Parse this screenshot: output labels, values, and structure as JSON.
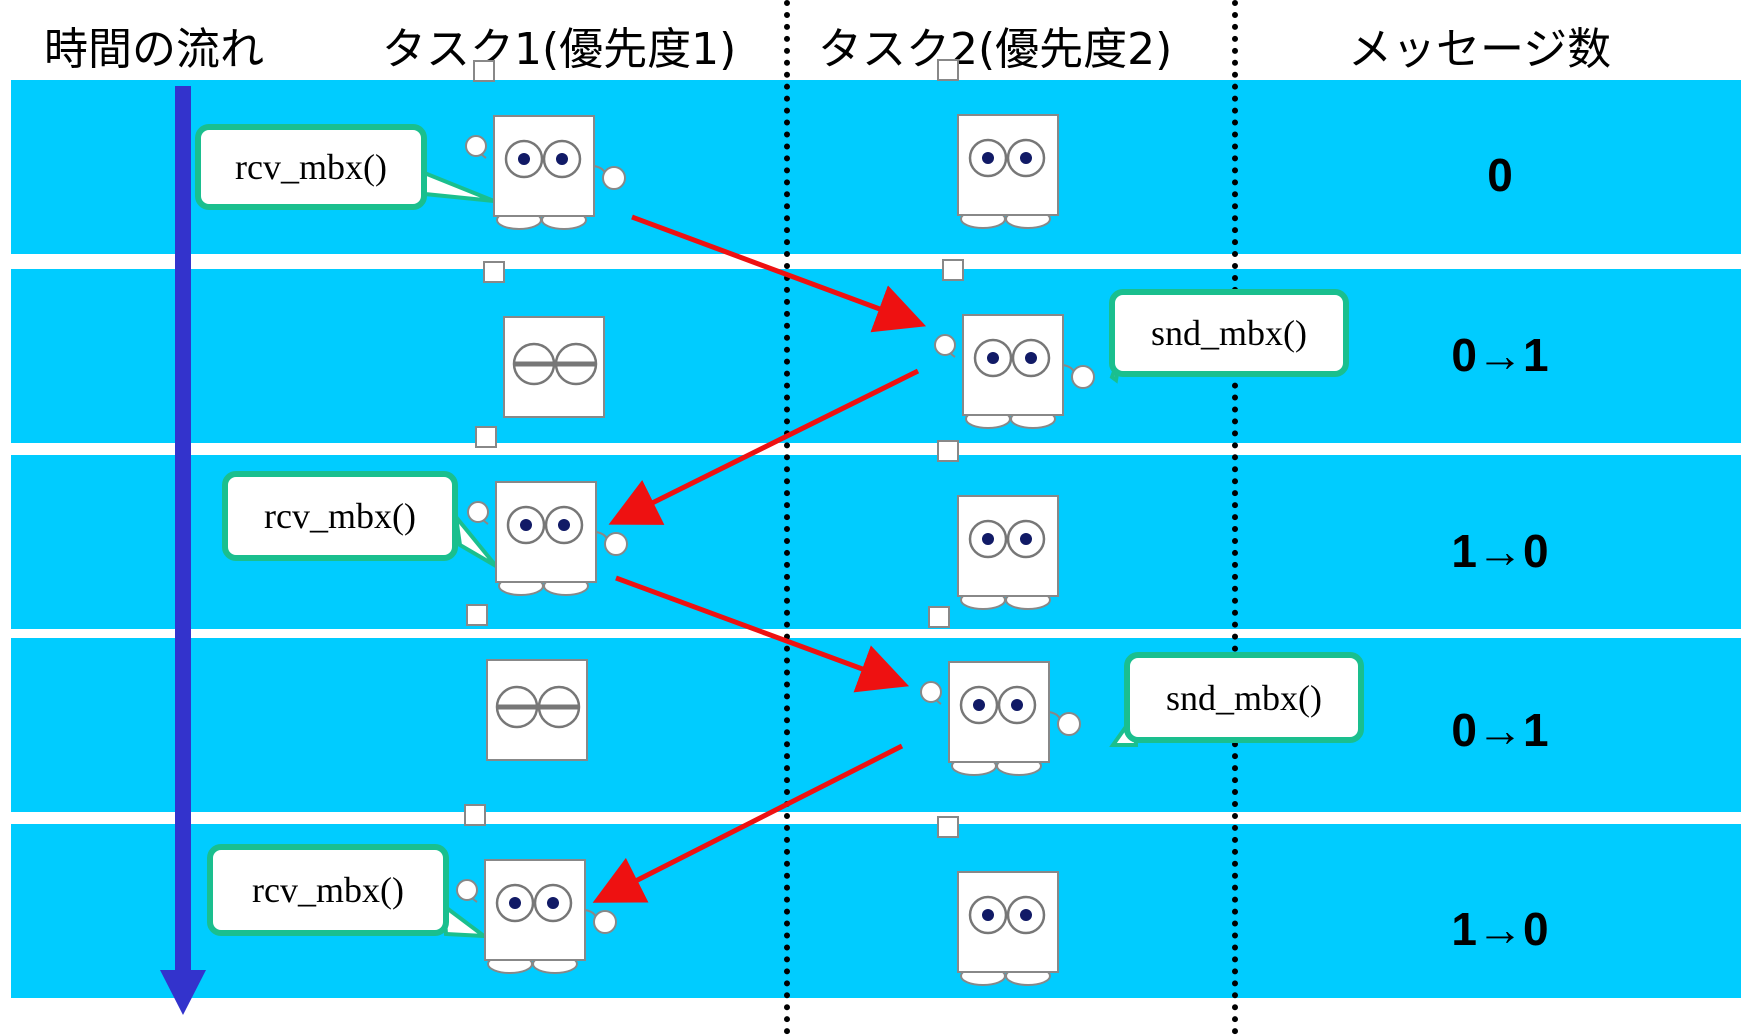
{
  "headers": {
    "time_flow": "時間の流れ",
    "task1": "タスク1(優先度1)",
    "task2": "タスク2(優先度2)",
    "message_count": "メッセージ数"
  },
  "rows": [
    {
      "count": "0",
      "bubble": "rcv_mbx()",
      "task1_state": "waiting",
      "task2_state": "ready"
    },
    {
      "count": "0→1",
      "bubble": "snd_mbx()",
      "task1_state": "sleeping",
      "task2_state": "running"
    },
    {
      "count": "1→0",
      "bubble": "rcv_mbx()",
      "task1_state": "running",
      "task2_state": "ready"
    },
    {
      "count": "0→1",
      "bubble": "snd_mbx()",
      "task1_state": "sleeping",
      "task2_state": "running"
    },
    {
      "count": "1→0",
      "bubble": "rcv_mbx()",
      "task1_state": "running",
      "task2_state": "ready"
    }
  ],
  "colors": {
    "band": "#00ccff",
    "time_arrow": "#3333cc",
    "transition_arrow": "#ee1111",
    "bubble_border": "#1abf8e"
  }
}
